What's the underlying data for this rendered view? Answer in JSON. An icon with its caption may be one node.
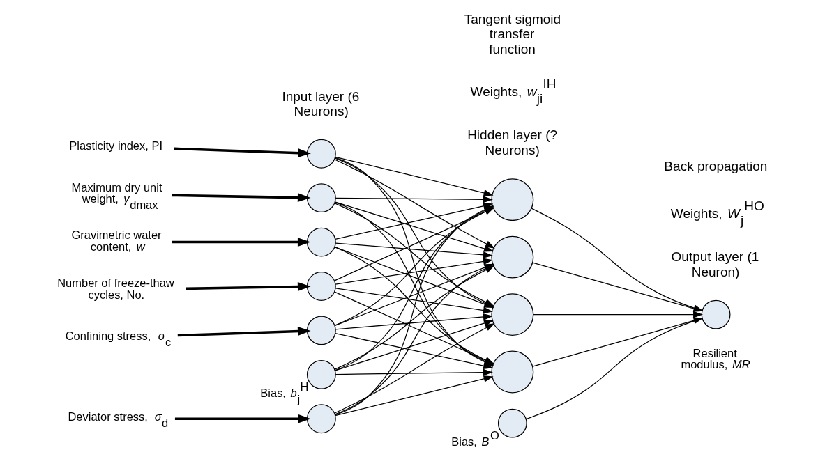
{
  "diagram": {
    "nodes": [
      {
        "text": [
          "Plasticity index, PI"
        ]
      },
      {
        "text": [
          "Maximum dry unit weight, *γ*$_{dmax}$"
        ]
      },
      {
        "text": [
          "Gravimetric water content, *w*"
        ]
      },
      {
        "text": [
          "Number of freeze-thaw cycles, No."
        ]
      },
      {
        "text": [
          "Confining stress, *σ*$_{c}$"
        ]
      },
      {
        "text": [
          "Deviator stress, *σ*$_{d}$"
        ]
      },
      {
        "text": [],
        "shape": "circle"
      },
      {
        "text": [],
        "shape": "circle"
      },
      {
        "text": [],
        "shape": "circle"
      },
      {
        "text": [],
        "shape": "circle"
      },
      {
        "text": [],
        "shape": "circle"
      },
      {
        "text": [],
        "shape": "circle"
      },
      {
        "text": [],
        "shape": "circle"
      },
      {
        "text": [],
        "shape": "circle"
      },
      {
        "text": [],
        "shape": "circle"
      },
      {
        "text": [],
        "shape": "circle"
      },
      {
        "text": [],
        "shape": "circle",
        "beside": [
          "Bias, *b*$_{j}$$^{H}$"
        ]
      },
      {
        "text": [],
        "shape": "circle",
        "beside": [
          "Resilient modulus, *MR*"
        ]
      },
      {
        "text": [],
        "shape": "circle",
        "beside": [
          "Bias, *B*$^{O}$"
        ]
      }
    ],
    "edges": [
      {
        "from": 0,
        "to": 6,
        "arrow": "to",
        "style": "thick"
      },
      {
        "from": 1,
        "to": 7,
        "arrow": "to",
        "style": "thick"
      },
      {
        "from": 2,
        "to": 8,
        "arrow": "to",
        "style": "thick"
      },
      {
        "from": 3,
        "to": 9,
        "arrow": "to",
        "style": "thick"
      },
      {
        "from": 4,
        "to": 10,
        "arrow": "to",
        "style": "thick"
      },
      {
        "from": 5,
        "to": 11,
        "arrow": "to",
        "style": "thick"
      },
      {
        "from": 6,
        "to": 12,
        "arrow": "to"
      },
      {
        "from": 6,
        "to": 13,
        "arrow": "to"
      },
      {
        "from": 6,
        "to": 14,
        "arrow": "to"
      },
      {
        "from": 6,
        "to": 15,
        "arrow": "to"
      },
      {
        "from": 7,
        "to": 12,
        "arrow": "to"
      },
      {
        "from": 7,
        "to": 13,
        "arrow": "to"
      },
      {
        "from": 7,
        "to": 14,
        "arrow": "to"
      },
      {
        "from": 7,
        "to": 15,
        "arrow": "to"
      },
      {
        "from": 8,
        "to": 12,
        "arrow": "to"
      },
      {
        "from": 8,
        "to": 13,
        "arrow": "to"
      },
      {
        "from": 8,
        "to": 14,
        "arrow": "to"
      },
      {
        "from": 8,
        "to": 15,
        "arrow": "to"
      },
      {
        "from": 9,
        "to": 12,
        "arrow": "to"
      },
      {
        "from": 9,
        "to": 13,
        "arrow": "to"
      },
      {
        "from": 9,
        "to": 14,
        "arrow": "to"
      },
      {
        "from": 9,
        "to": 15,
        "arrow": "to"
      },
      {
        "from": 10,
        "to": 12,
        "arrow": "to"
      },
      {
        "from": 10,
        "to": 13,
        "arrow": "to"
      },
      {
        "from": 10,
        "to": 14,
        "arrow": "to"
      },
      {
        "from": 10,
        "to": 15,
        "arrow": "to"
      },
      {
        "from": 11,
        "to": 12,
        "arrow": "to"
      },
      {
        "from": 11,
        "to": 13,
        "arrow": "to"
      },
      {
        "from": 11,
        "to": 14,
        "arrow": "to"
      },
      {
        "from": 11,
        "to": 15,
        "arrow": "to"
      },
      {
        "from": 16,
        "to": 12,
        "arrow": "to"
      },
      {
        "from": 16,
        "to": 13,
        "arrow": "to"
      },
      {
        "from": 16,
        "to": 14,
        "arrow": "to"
      },
      {
        "from": 16,
        "to": 15,
        "arrow": "to"
      },
      {
        "from": 12,
        "to": 17,
        "arrow": "to"
      },
      {
        "from": 13,
        "to": 17,
        "arrow": "to"
      },
      {
        "from": 14,
        "to": 17,
        "arrow": "to"
      },
      {
        "from": 15,
        "to": 17,
        "arrow": "to"
      },
      {
        "from": 18,
        "to": 17,
        "arrow": "none"
      }
    ],
    "labels": [
      "Input layer (6 Neurons)",
      "Hidden layer (? Neurons)",
      "Output layer (1 Neuron)",
      "Weights, *w*$_{ji}$$^{IH}$",
      "Weights, *W*$_{j}$$^{HO}$",
      "Back propagation",
      "Tangent sigmoid transfer function"
    ]
  }
}
